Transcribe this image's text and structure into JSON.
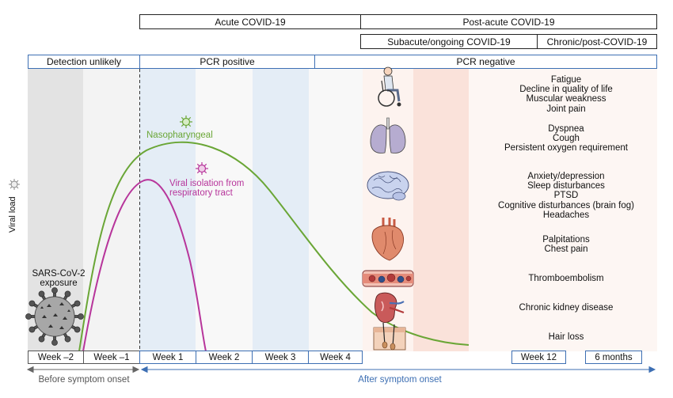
{
  "phases": {
    "acute": "Acute COVID-19",
    "post_acute": "Post-acute COVID-19",
    "subacute": "Subacute/ongoing COVID-19",
    "chronic": "Chronic/post-COVID-19"
  },
  "pcr": {
    "unlikely": "Detection unlikely",
    "positive": "PCR positive",
    "negative": "PCR negative"
  },
  "y_axis": "Viral load",
  "curves": {
    "nasopharyngeal": "Nasopharyngeal",
    "viral_isolation": "Viral isolation from respiratory tract"
  },
  "exposure": "SARS-CoV-2 exposure",
  "organs": [
    {
      "icon": "wheelchair-person-icon",
      "symptoms": [
        "Fatigue",
        "Decline in quality of life",
        "Muscular weakness",
        "Joint pain"
      ]
    },
    {
      "icon": "lungs-icon",
      "symptoms": [
        "Dyspnea",
        "Cough",
        "Persistent oxygen requirement"
      ]
    },
    {
      "icon": "brain-icon",
      "symptoms": [
        "Anxiety/depression",
        "Sleep disturbances",
        "PTSD",
        "Cognitive disturbances (brain fog)",
        "Headaches"
      ]
    },
    {
      "icon": "heart-icon",
      "symptoms": [
        "Palpitations",
        "Chest pain"
      ]
    },
    {
      "icon": "blood-vessel-clot-icon",
      "symptoms": [
        "Thromboembolism"
      ]
    },
    {
      "icon": "kidney-icon",
      "symptoms": [
        "Chronic kidney disease"
      ]
    },
    {
      "icon": "hair-follicle-icon",
      "symptoms": [
        "Hair loss"
      ]
    }
  ],
  "weeks": [
    "Week –2",
    "Week –1",
    "Week 1",
    "Week 2",
    "Week 3",
    "Week 4",
    "Week 12",
    "6 months"
  ],
  "footer": {
    "before": "Before symptom onset",
    "after": "After symptom onset"
  },
  "colors": {
    "blue": "#3d6fb3",
    "green": "#6aa636",
    "magenta": "#b7359b",
    "gray_band": "#e3e3e3",
    "light_gray_band": "#f3f3f3",
    "light_blue_band": "#e4edf6",
    "salmon_band": "#fae2da",
    "light_salmon_band": "#fdf3ef"
  }
}
